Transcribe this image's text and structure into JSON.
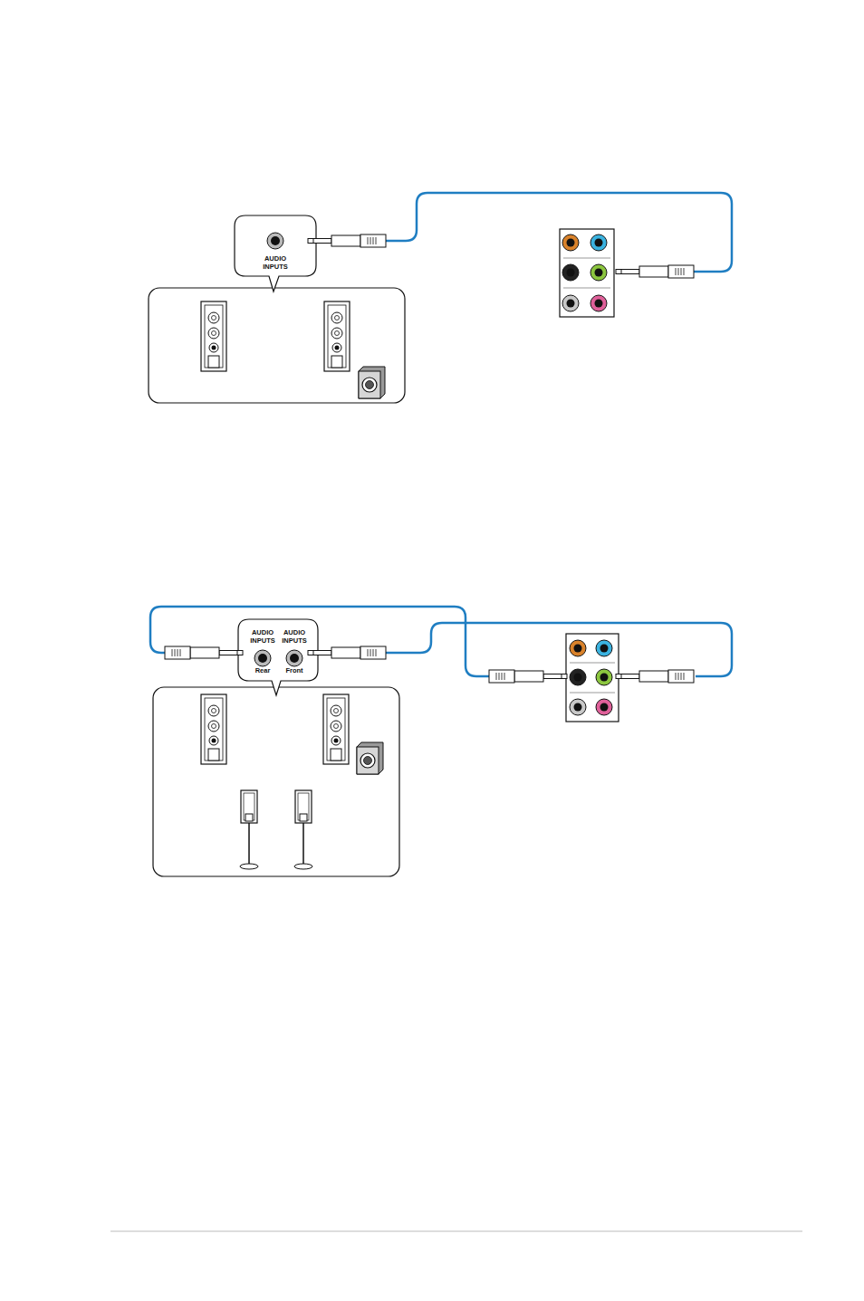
{
  "diagram": {
    "nodes": [
      {
        "text": [
          "AUDIO INPUTS"
        ]
      },
      {
        "text": [
          "AUDIO INPUTS",
          "Rear",
          "AUDIO INPUTS",
          "Front"
        ]
      }
    ]
  }
}
